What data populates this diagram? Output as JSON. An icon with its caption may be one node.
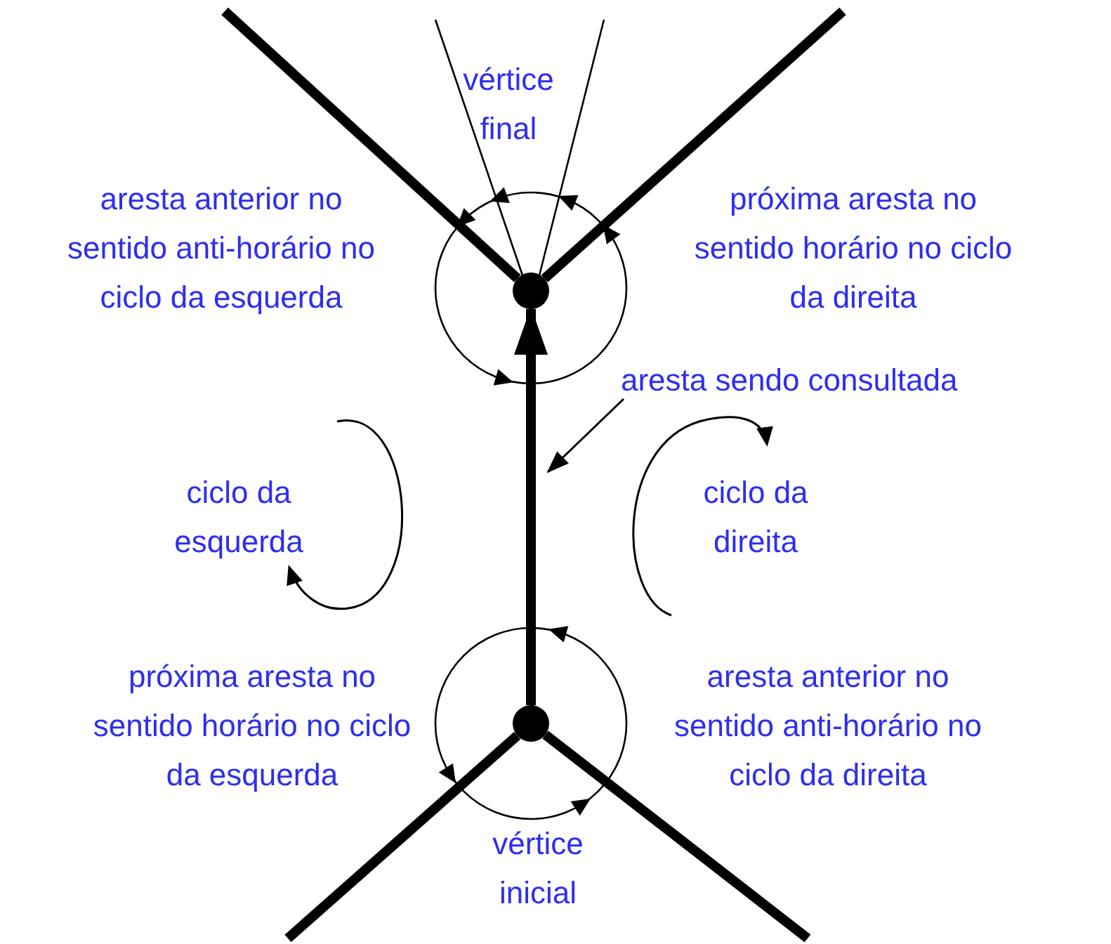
{
  "diagram": {
    "nodes": [
      {
        "text": [],
        "shape": "circle"
      },
      {
        "text": [],
        "shape": "circle"
      },
      {
        "text": [
          "aresta sendo consultada"
        ]
      }
    ],
    "edges": [
      {
        "from": 1,
        "to": 0,
        "arrow": "to"
      },
      {
        "from": 0,
        "to": null,
        "arrow": "none"
      },
      {
        "from": 0,
        "to": null,
        "arrow": "none"
      },
      {
        "from": 1,
        "to": null,
        "arrow": "none"
      },
      {
        "from": 1,
        "to": null,
        "arrow": "none"
      },
      {
        "from": 2,
        "to": null,
        "arrow": "to"
      }
    ],
    "labels": [
      "vértice final",
      "aresta anterior no sentido anti-horário no ciclo da esquerda",
      "próxima aresta no sentido horário no ciclo da direita",
      "ciclo da esquerda",
      "ciclo da direita",
      "próxima aresta no sentido horário no ciclo da esquerda",
      "aresta anterior no sentido anti-horário no ciclo da direita",
      "vértice inicial"
    ]
  }
}
